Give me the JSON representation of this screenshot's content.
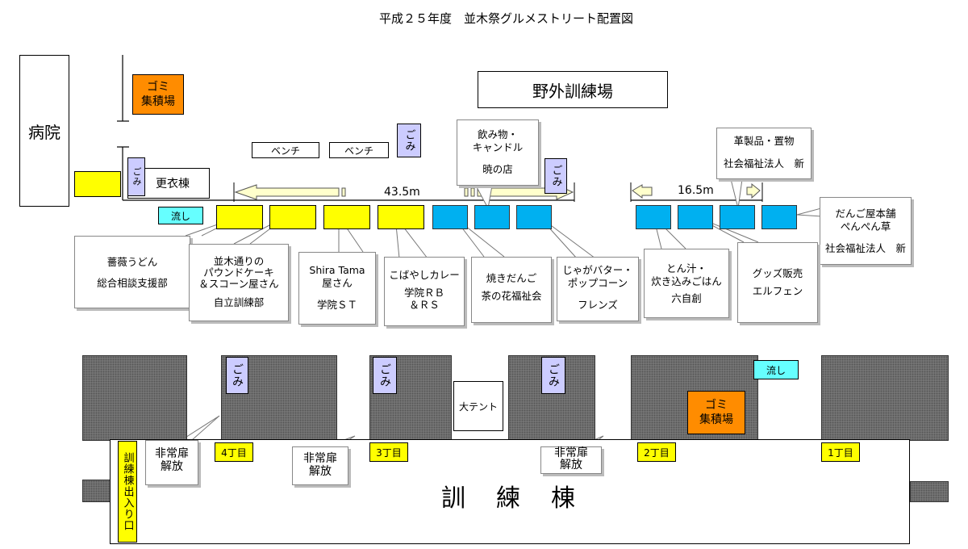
{
  "title": "平成２５年度　並木祭グルメストリート配置図",
  "colors": {
    "food_yellow": "#ffff00",
    "stall_blue": "#00b0f0",
    "sink_cyan": "#66ffff",
    "trash_lavender": "#ccccff",
    "garbage_orange": "#ff8c00",
    "building_gray": "#7a7a7a"
  },
  "hospital": "病院",
  "garbage_top": {
    "line1": "ゴミ",
    "line2": "集積場"
  },
  "field": "野外訓練場",
  "changing_room": "更衣棟",
  "bench1": "ベンチ",
  "bench2": "ベンチ",
  "trash": "ごみ",
  "sink": "流し",
  "arrow_long": "43.5m",
  "arrow_short": "16.5m",
  "stalls_top": {
    "drinks": {
      "line1": "飲み物・",
      "line2": "キャンドル",
      "line3": "暁の店"
    },
    "leather": {
      "line1": "革製品・置物",
      "line2": "社会福祉法人　新"
    }
  },
  "stalls_right": {
    "line1": "だんご屋本舗",
    "line2": "ぺんぺん草",
    "line3": "社会福祉法人　新"
  },
  "stalls_bottom": [
    {
      "line1": "薔薇うどん",
      "line2": "総合相談支援部"
    },
    {
      "line1": "並木通りの",
      "line2": "パウンドケーキ",
      "line3": "＆スコーン屋さん",
      "line4": "自立訓練部"
    },
    {
      "line1": "Shira Tama",
      "line2": "屋さん",
      "line3": "学院ＳＴ"
    },
    {
      "line1": "こばやしカレー",
      "line2": "学院ＲＢ",
      "line3": "＆ＲＳ"
    },
    {
      "line1": "焼きだんご",
      "line2": "茶の花福祉会"
    },
    {
      "line1": "じゃがバター・",
      "line2": "ポップコーン",
      "line3": "フレンズ"
    },
    {
      "line1": "とん汁・",
      "line2": "炊き込みごはん",
      "line3": "六自創"
    },
    {
      "line1": "グッズ販売",
      "line2": "エルフェン"
    }
  ],
  "big_tent": "大テント",
  "garbage_bottom": {
    "line1": "ゴミ",
    "line2": "集積場"
  },
  "blocks": {
    "b4": "4丁目",
    "b3": "3丁目",
    "b2": "2丁目",
    "b1": "1丁目"
  },
  "exit_vertical": "訓練棟出入り口",
  "emergency": {
    "line1": "非常扉",
    "line2": "解放"
  },
  "training_building": "訓　練　棟"
}
